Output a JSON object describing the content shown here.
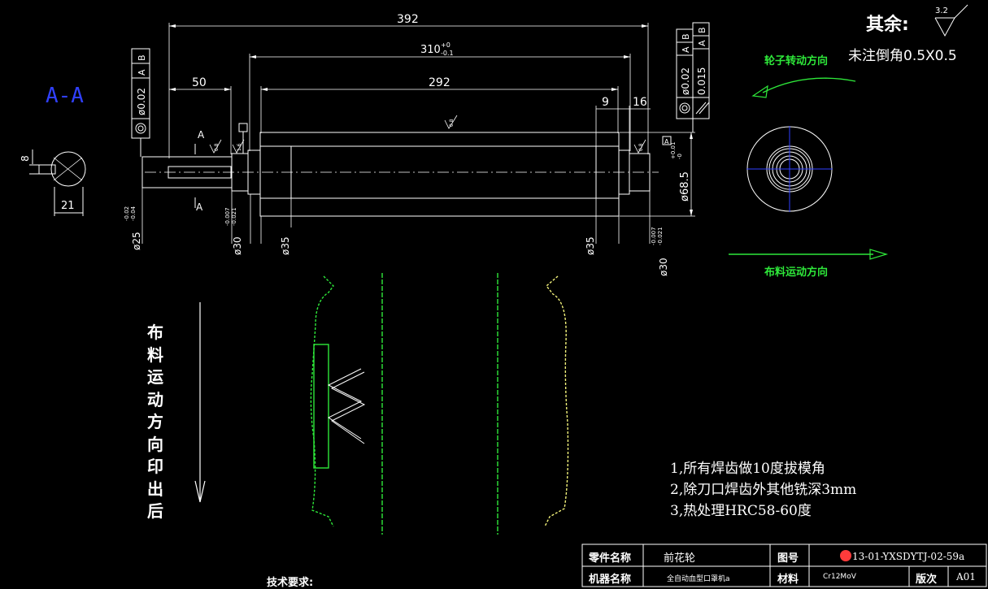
{
  "section_label": "A-A",
  "section_width_label": "21",
  "section_key_label": "8",
  "dims": {
    "overall": "392",
    "mid": "310",
    "mid_tol_upper": "+0",
    "mid_tol_lower": "-0.1",
    "body": "292",
    "left_shaft": "50",
    "right_step_9": "9",
    "right_step_16": "16",
    "d25": "ø25",
    "d25_tol_upper": "-0.02",
    "d25_tol_lower": "-0.04",
    "d30_left": "ø30",
    "d30_left_tol_upper": "-0.007",
    "d30_left_tol_lower": "-0.021",
    "d35_left": "ø35",
    "d35_right": "ø35",
    "d30_right": "ø30",
    "d30_right_tol_upper": "-0.007",
    "d30_right_tol_lower": "-0.021",
    "d68": "ø68.5",
    "d68_tol_upper": "+0.01",
    "d68_tol_lower": "-0",
    "section_mark": "A"
  },
  "tolerance_frames": {
    "left": {
      "value": "ø0.02",
      "datum1": "A",
      "datum2": "B"
    },
    "right_top": {
      "value": "ø0.02",
      "datum1": "A",
      "datum2": "B"
    },
    "right_bottom": {
      "value": "0.015",
      "datum1": "A",
      "datum2": "B"
    },
    "datum_box": "A"
  },
  "roughness": {
    "value": "3.2",
    "small_marks": [
      "0.8",
      "1.6",
      "0.8",
      "0.8"
    ]
  },
  "remaining_label": "其余:",
  "chamfer_note": "未注倒角0.5X0.5",
  "wheel_rotation_label": "轮子转动方向",
  "cloth_motion_label": "布料运动方向",
  "vertical_label": [
    "布",
    "料",
    "运",
    "动",
    "方",
    "向",
    "印",
    "出",
    "后"
  ],
  "notes": [
    "1,所有焊齿做10度拔模角",
    "2,除刀口焊齿外其他铣深3mm",
    "3,热处理HRC58-60度"
  ],
  "tech_requirements": "技术要求:",
  "title_block": {
    "part_name_label": "零件名称",
    "part_name": "前花轮",
    "drawing_no_label": "图号",
    "drawing_no": "13-01-YXSDYTJ-02-59a",
    "machine_name_label": "机器名称",
    "machine_name": "全自动血型口罩机a",
    "material_label": "材料",
    "material": "Cr12MoV",
    "version_label": "版次",
    "version": "A01"
  },
  "colors": {
    "background": "#000000",
    "lines": "#ffffff",
    "green": "#2ee83a",
    "yellow": "#f2f27a",
    "blue": "#3040ff",
    "red": "#ff3b3b"
  }
}
